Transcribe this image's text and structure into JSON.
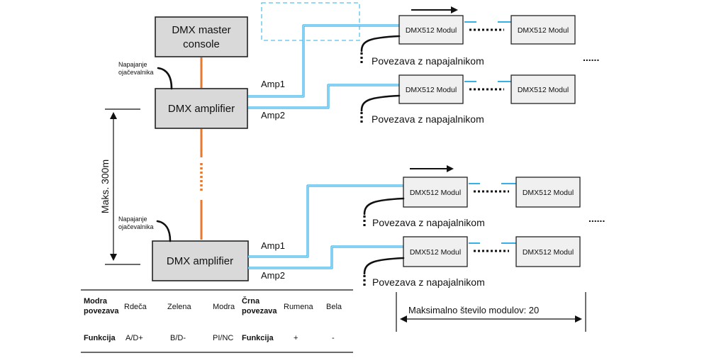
{
  "master": {
    "line1": "DMX master",
    "line2": "console"
  },
  "amplifier_label": "DMX amplifier",
  "power_label": {
    "line1": "Napajanje",
    "line2": "ojačevalnika"
  },
  "amp1": "Amp1",
  "amp2": "Amp2",
  "module_label": "DMX512 Modul",
  "power_connection": "Povezava z napajalnikom",
  "max_distance": "Maks. 300m",
  "max_modules": "Maksimalno število modulov: 20",
  "more_dots": "......",
  "table": {
    "blue_header": {
      "line1": "Modra",
      "line2": "povezava"
    },
    "black_header": {
      "line1": "Črna",
      "line2": "povezava"
    },
    "red": "Rdeča",
    "green": "Zelena",
    "blue": "Modra",
    "yellow": "Rumena",
    "white": "Bela",
    "function": "Funkcija",
    "red_fn": "A/D+",
    "green_fn": "B/D-",
    "blue_fn": "PI/NC",
    "yellow_fn": "+",
    "white_fn": "-"
  },
  "colors": {
    "cable": "#35b0e8",
    "link": "#e8782f",
    "box": "#d9d9d9",
    "module": "#f0f0f0"
  }
}
